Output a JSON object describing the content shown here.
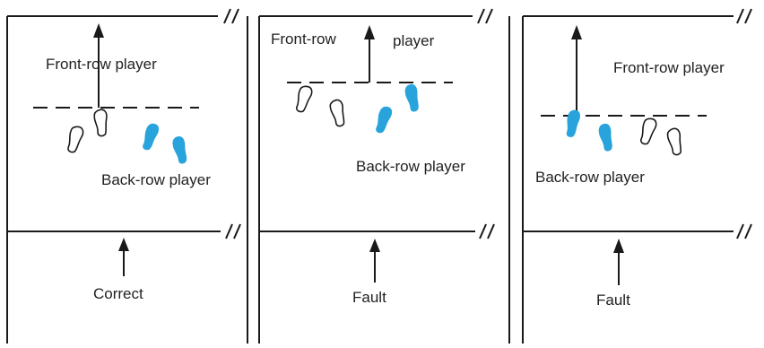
{
  "colors": {
    "line": "#1a1a1a",
    "back_row_foot": "#29a3dc",
    "front_row_foot_fill": "#ffffff",
    "background": "#ffffff"
  },
  "panels": [
    {
      "front_row_label": "Front-row player",
      "back_row_label": "Back-row player",
      "verdict": "Correct"
    },
    {
      "front_row_label_part1": "Front-row",
      "front_row_label_part2": "player",
      "back_row_label": "Back-row player",
      "verdict": "Fault"
    },
    {
      "front_row_label": "Front-row player",
      "back_row_label": "Back-row player",
      "verdict": "Fault"
    }
  ]
}
